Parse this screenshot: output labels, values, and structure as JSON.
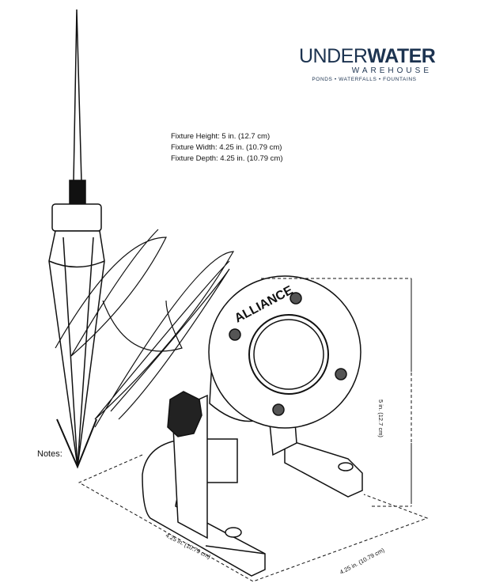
{
  "logo": {
    "word_thin": "UNDER",
    "word_bold": "WATER",
    "sub": "WAREHOUSE",
    "tagline": "PONDS • WATERFALLS • FOUNTAINS"
  },
  "specs": {
    "height": "Fixture Height: 5 in. (12.7 cm)",
    "width": "Fixture Width: 4.25 in. (10.79 cm)",
    "depth": "Fixture Depth: 4.25 in. (10.79 cm)"
  },
  "notes_label": "Notes:",
  "dimensions": {
    "height": "5 in. (12.7 cm)",
    "width": "4.25 in. (10.79 cm)",
    "depth": "4.25 in. (10.79 cm)"
  },
  "fixture_brand": "ALLIANCE"
}
